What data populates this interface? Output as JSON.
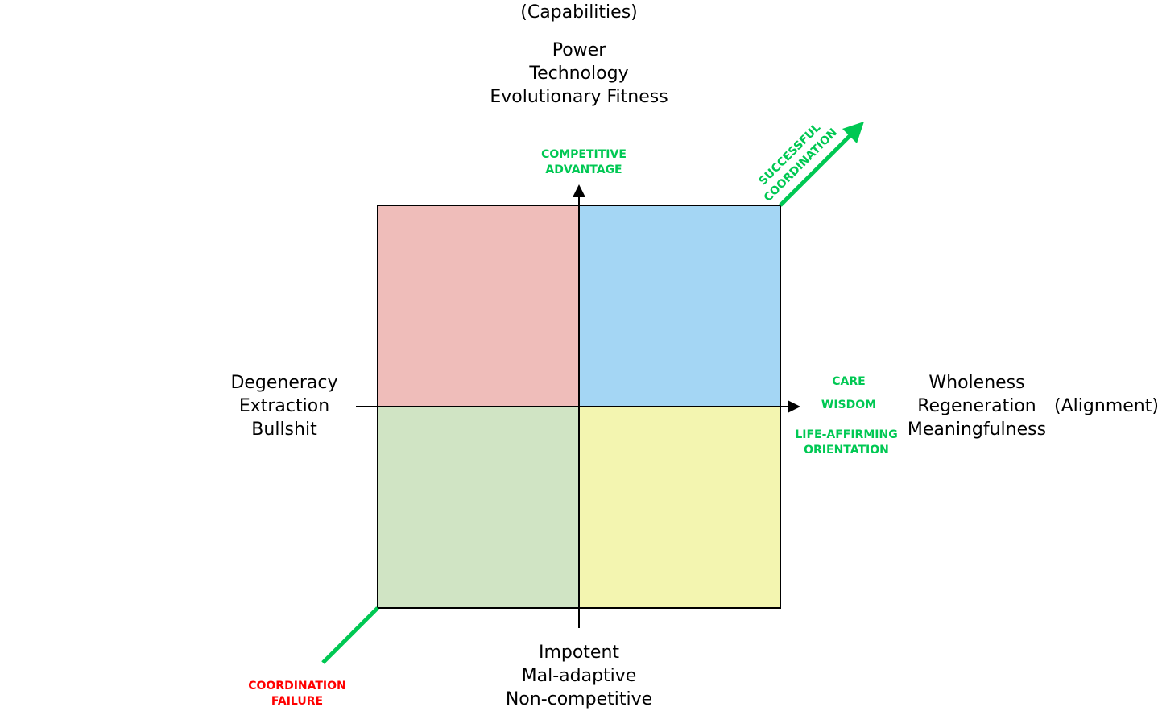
{
  "axes": {
    "y_axis_name": "(Capabilities)",
    "x_axis_name": "(Alignment)",
    "top": [
      "Power",
      "Technology",
      "Evolutionary Fitness"
    ],
    "bottom": [
      "Impotent",
      "Mal-adaptive",
      "Non-competitive"
    ],
    "left": [
      "Degeneracy",
      "Extraction",
      "Bullshit"
    ],
    "right": [
      "Wholeness",
      "Regeneration",
      "Meaningfulness"
    ]
  },
  "annotations": {
    "competitive_advantage": [
      "COMPETITIVE",
      "ADVANTAGE"
    ],
    "care": "CARE",
    "wisdom": "WISDOM",
    "life_affirming": [
      "LIFE-AFFIRMING",
      "ORIENTATION"
    ],
    "successful_coordination": [
      "SUCCESSFUL",
      "COORDINATION"
    ],
    "coordination_failure": [
      "COORDINATION",
      "FAILURE"
    ]
  },
  "colors": {
    "top_left": "#efbdba",
    "top_right": "#a4d6f4",
    "bottom_left": "#d0e4c4",
    "bottom_right": "#f3f5b0",
    "green": "#00c853",
    "red": "#ff0000"
  }
}
